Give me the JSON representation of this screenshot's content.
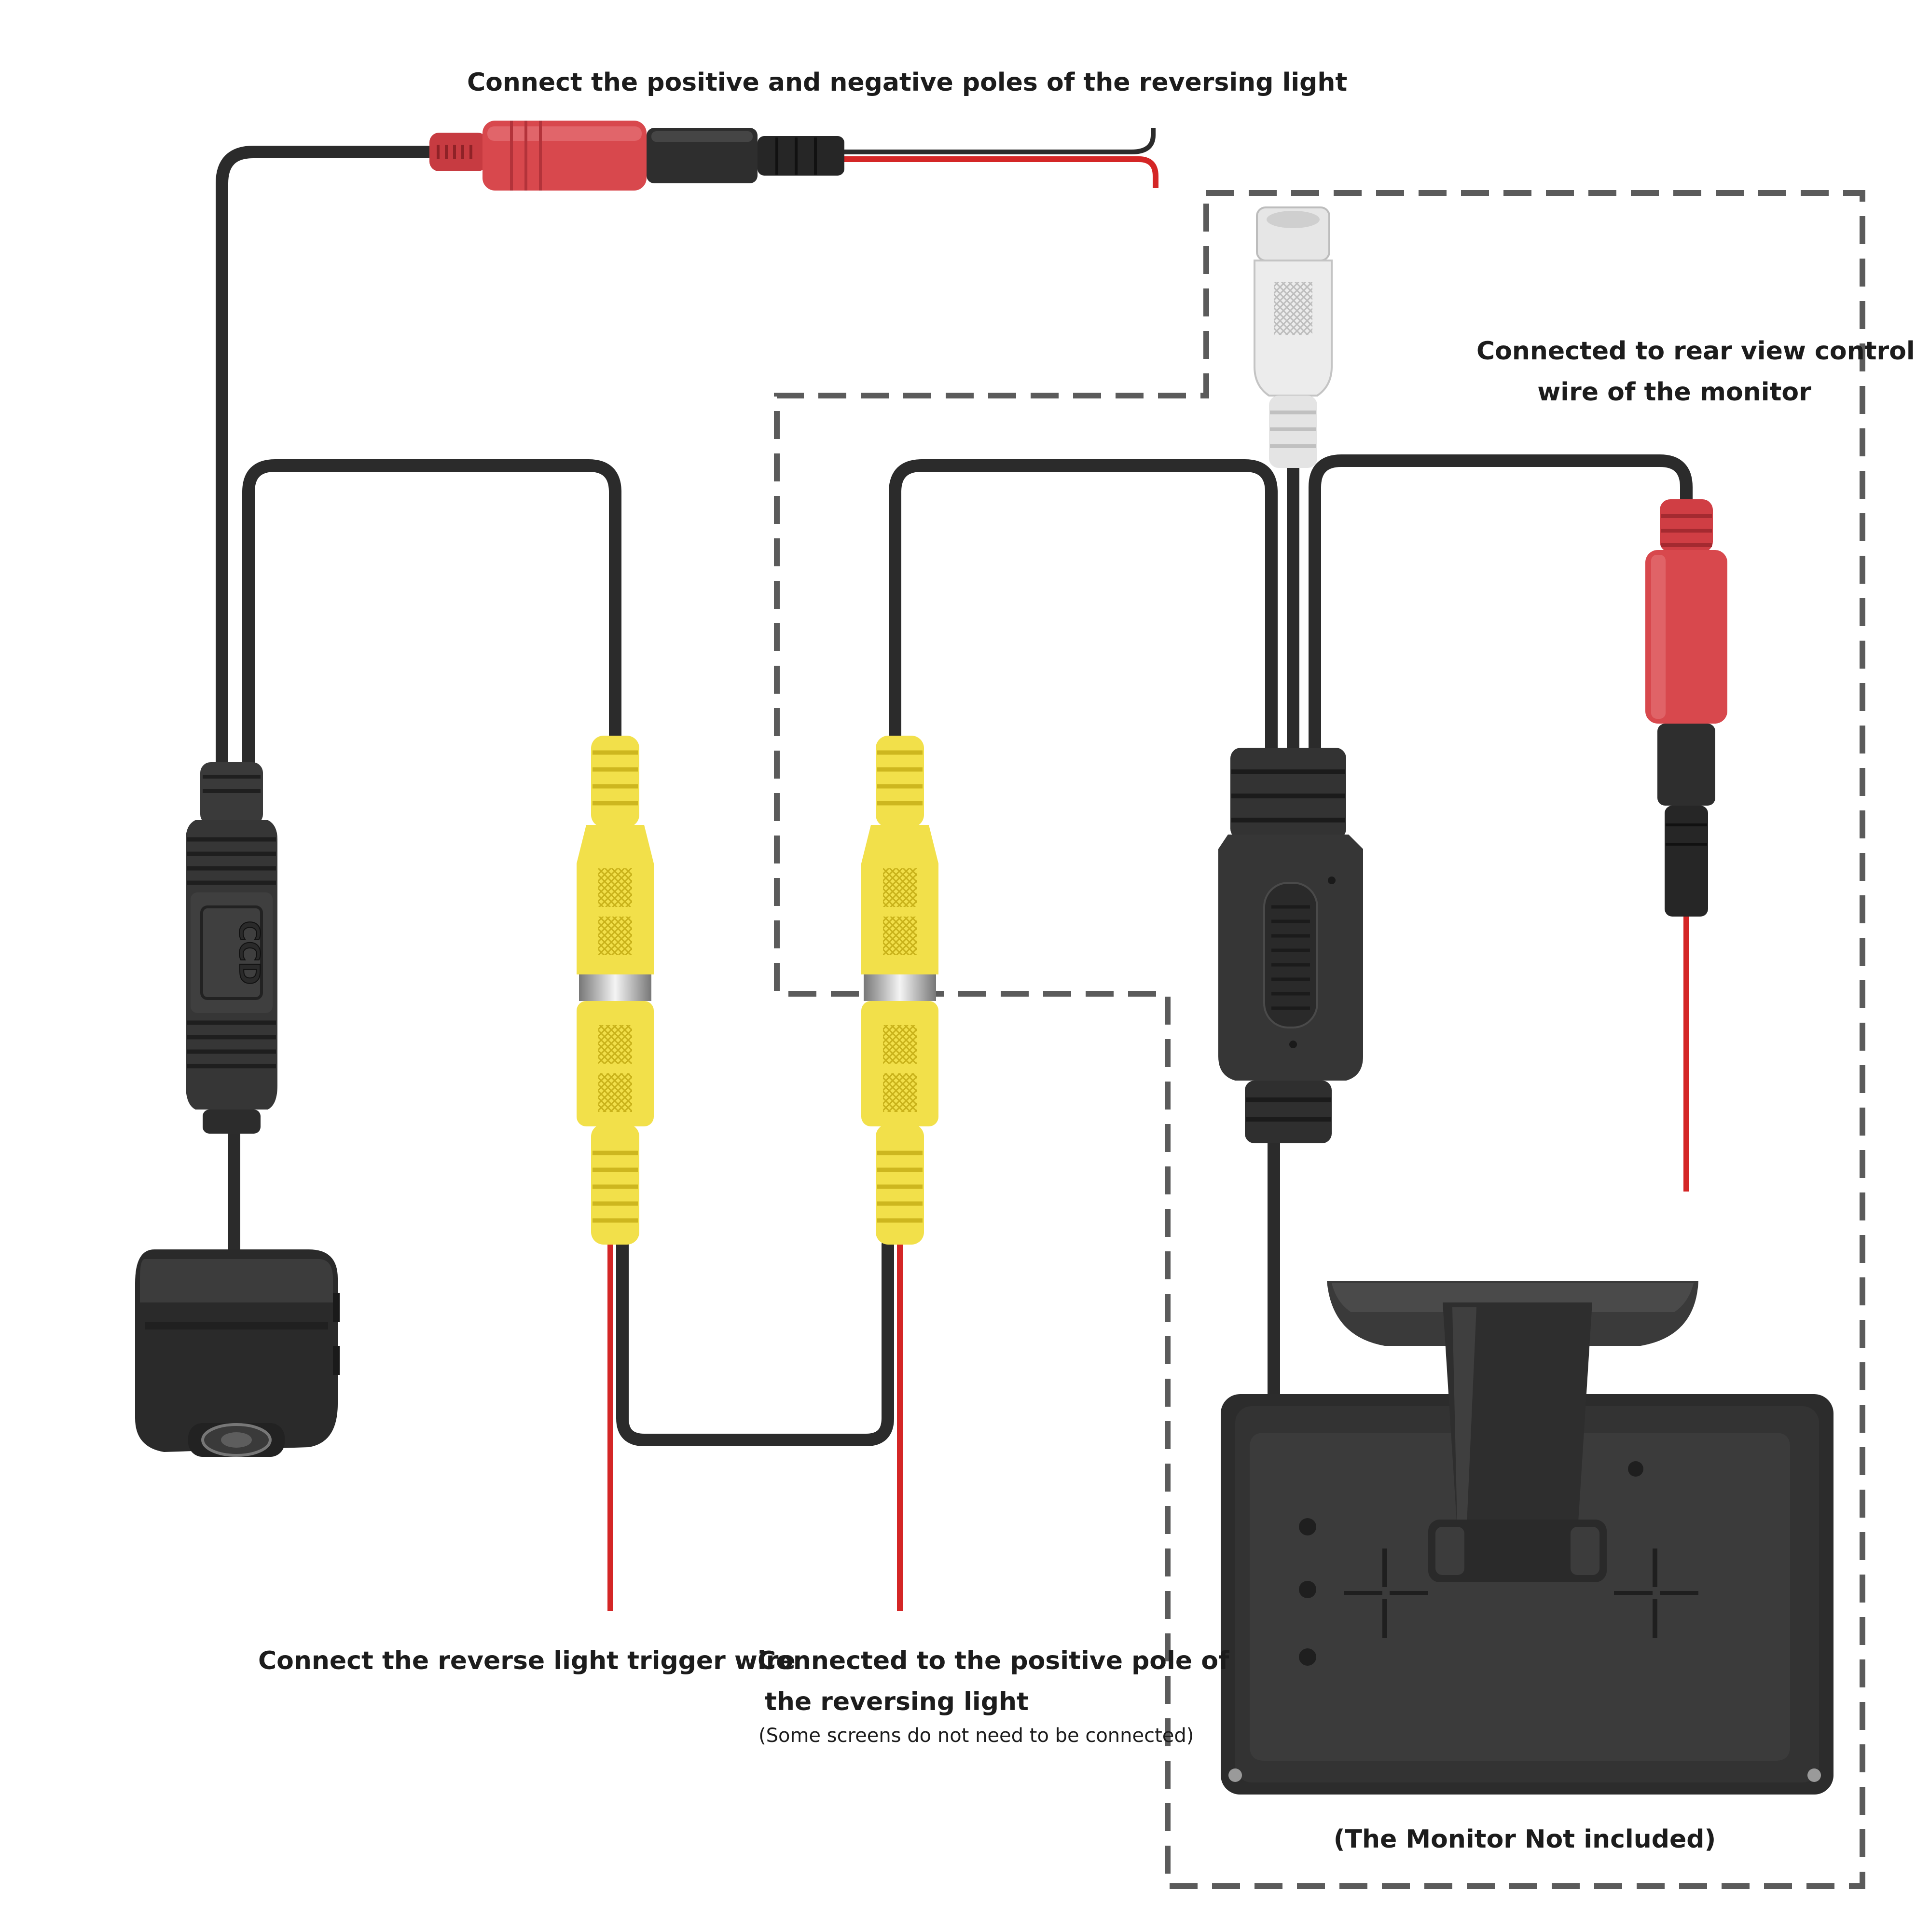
{
  "labels": {
    "top_power": "Connect the positive and negative poles of the reversing light",
    "rear_view_line1": "Connected to rear view control",
    "rear_view_line2": "wire of the monitor",
    "reverse_trigger": "Connect the reverse light trigger wire",
    "positive_line1": "Connected to the positive pole of",
    "positive_line2": "the reversing light",
    "positive_note": "(Some screens do not need to be connected)",
    "monitor_note": "(The Monitor Not included)",
    "camera_mark": "CCD"
  },
  "colors": {
    "cable": "#2b2b2b",
    "red_wire": "#d42626",
    "red_connector": "#d8484d",
    "yellow_connector": "#f2e04a",
    "white_connector": "#ececec",
    "black_part": "#333333",
    "dashed_box": "#5b5b5b"
  }
}
